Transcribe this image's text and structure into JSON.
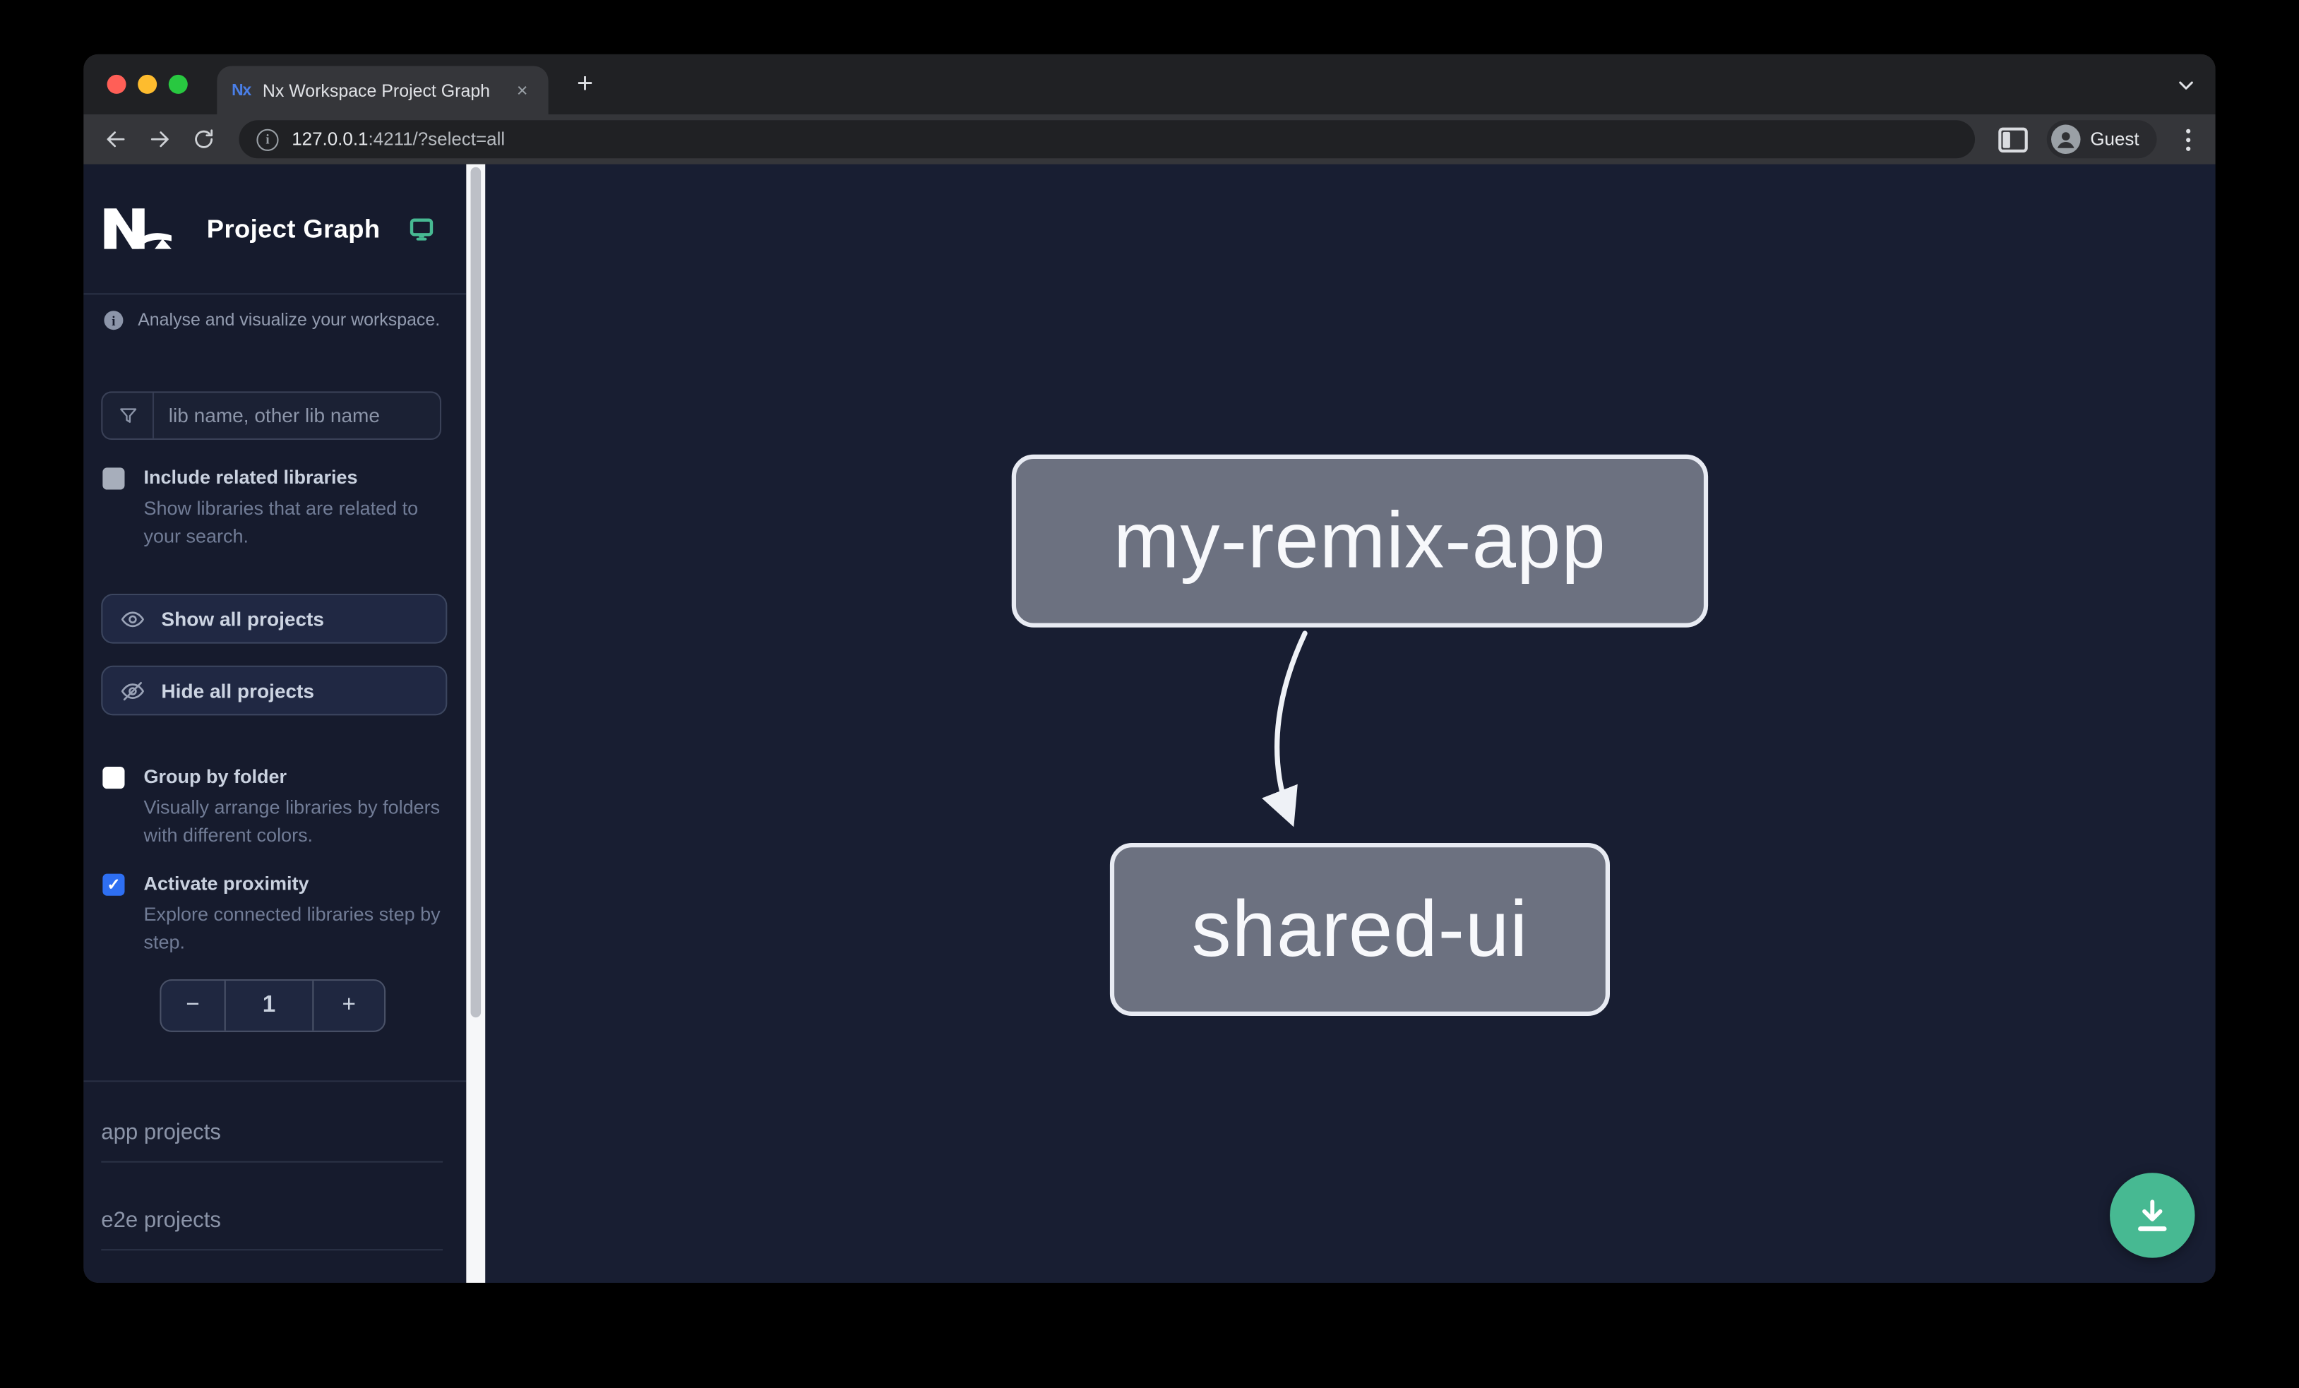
{
  "browser": {
    "tab_title": "Nx Workspace Project Graph",
    "favicon_text": "Nx",
    "close_glyph": "×",
    "new_tab_glyph": "+",
    "address": {
      "host": "127.0.0.1",
      "path": ":4211/?select=all"
    },
    "profile_label": "Guest"
  },
  "sidebar": {
    "app_title": "Project Graph",
    "tagline": "Analyse and visualize your workspace.",
    "info_glyph": "i",
    "search_placeholder": "lib name, other lib name",
    "options": [
      {
        "label": "Include related libraries",
        "description": "Show libraries that are related to your search.",
        "checked": "false",
        "muted": "true"
      },
      {
        "label": "Group by folder",
        "description": "Visually arrange libraries by folders with different colors.",
        "checked": "false",
        "muted": "false"
      },
      {
        "label": "Activate proximity",
        "description": "Explore connected libraries step by step.",
        "checked": "true",
        "muted": "false"
      }
    ],
    "actions": [
      {
        "label": "Show all projects"
      },
      {
        "label": "Hide all projects"
      }
    ],
    "proximity_stepper": {
      "decrement": "−",
      "value": "1",
      "increment": "+"
    },
    "sections": [
      {
        "label": "app projects"
      },
      {
        "label": "e2e projects"
      }
    ]
  },
  "graph": {
    "nodes": [
      {
        "id": "my-remix-app",
        "label": "my-remix-app"
      },
      {
        "id": "shared-ui",
        "label": "shared-ui"
      }
    ],
    "edges": [
      {
        "source": "my-remix-app",
        "target": "shared-ui"
      }
    ]
  },
  "colors": {
    "traffic_red": "#ff5f57",
    "traffic_yellow": "#febc2e",
    "traffic_green": "#28c840",
    "chrome_tabstrip": "#202124",
    "chrome_toolbar": "#35363a",
    "chrome_omnibox": "#202124",
    "sidebar_bg": "#161b2d",
    "canvas_bg": "#181e32",
    "accent_teal": "#47b992",
    "checkbox_blue": "#2e6ff2",
    "node_fill": "#6c7180",
    "node_border": "#e8ebf3",
    "node_text": "#f7f8fb"
  }
}
